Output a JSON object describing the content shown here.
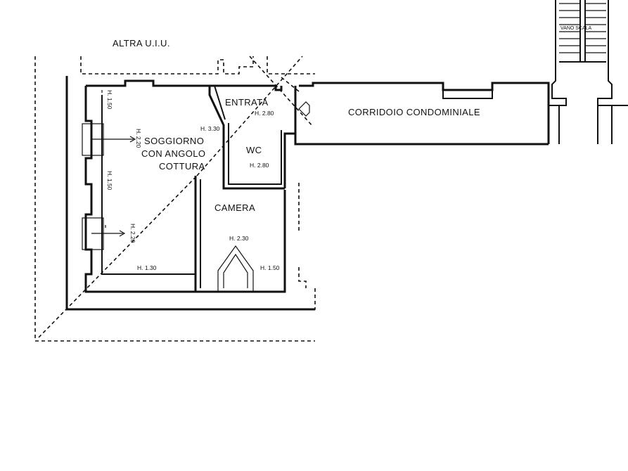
{
  "labels": {
    "altra": "ALTRA U.I.U.",
    "soggiorno_1": "SOGGIORNO",
    "soggiorno_2": "CON ANGOLO",
    "soggiorno_3": "COTTURA",
    "entrata": "ENTRATA",
    "wc": "WC",
    "camera": "CAMERA",
    "corridoio": "CORRIDOIO CONDOMINIALE",
    "vano_scala": "VANO SCALA"
  },
  "heights": {
    "h_entrata": "H. 2.80",
    "h_wc": "H. 2.80",
    "h_330": "H. 3.30",
    "h_camera": "H. 2.30",
    "h_camera_right": "H. 1.50",
    "h_soggiorno_bottom": "H. 1.30",
    "h_left_top": "H. 1.50",
    "h_left_mid": "H. 1.50",
    "h_left_bottom": "H. 2.20",
    "h_soggiorno_vert": "H. 2.20"
  }
}
